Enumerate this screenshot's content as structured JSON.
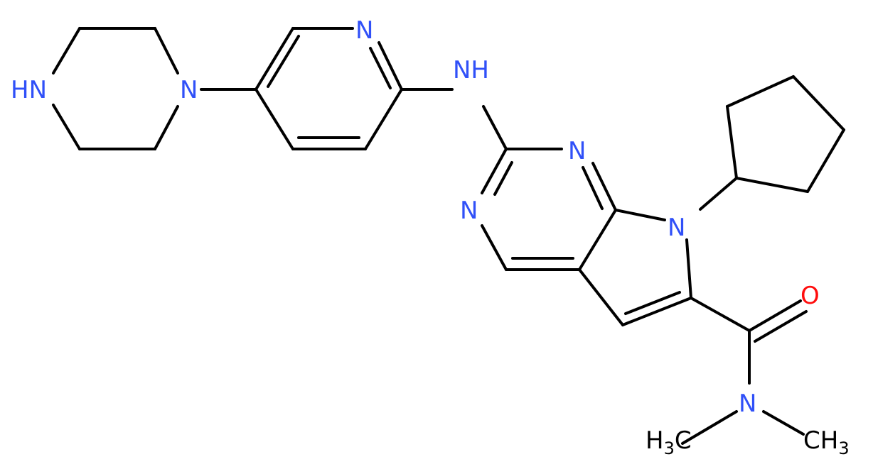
{
  "colors": {
    "carbon": "#000000",
    "nitrogen": "#3050F8",
    "oxygen": "#FF0D0D",
    "background": "#ffffff"
  },
  "atoms": {
    "pip_nh": "HN",
    "pip_n": "N",
    "pyr_n": "N",
    "amine_nh": "NH",
    "pm_n1": "N",
    "pm_n3": "N",
    "pyrrole_n": "N",
    "carbonyl_o": "O",
    "amide_n": "N",
    "methyl_left": {
      "main": "H",
      "sub": "3",
      "tail": "C"
    },
    "methyl_right": {
      "main": "CH",
      "sub": "3"
    }
  }
}
